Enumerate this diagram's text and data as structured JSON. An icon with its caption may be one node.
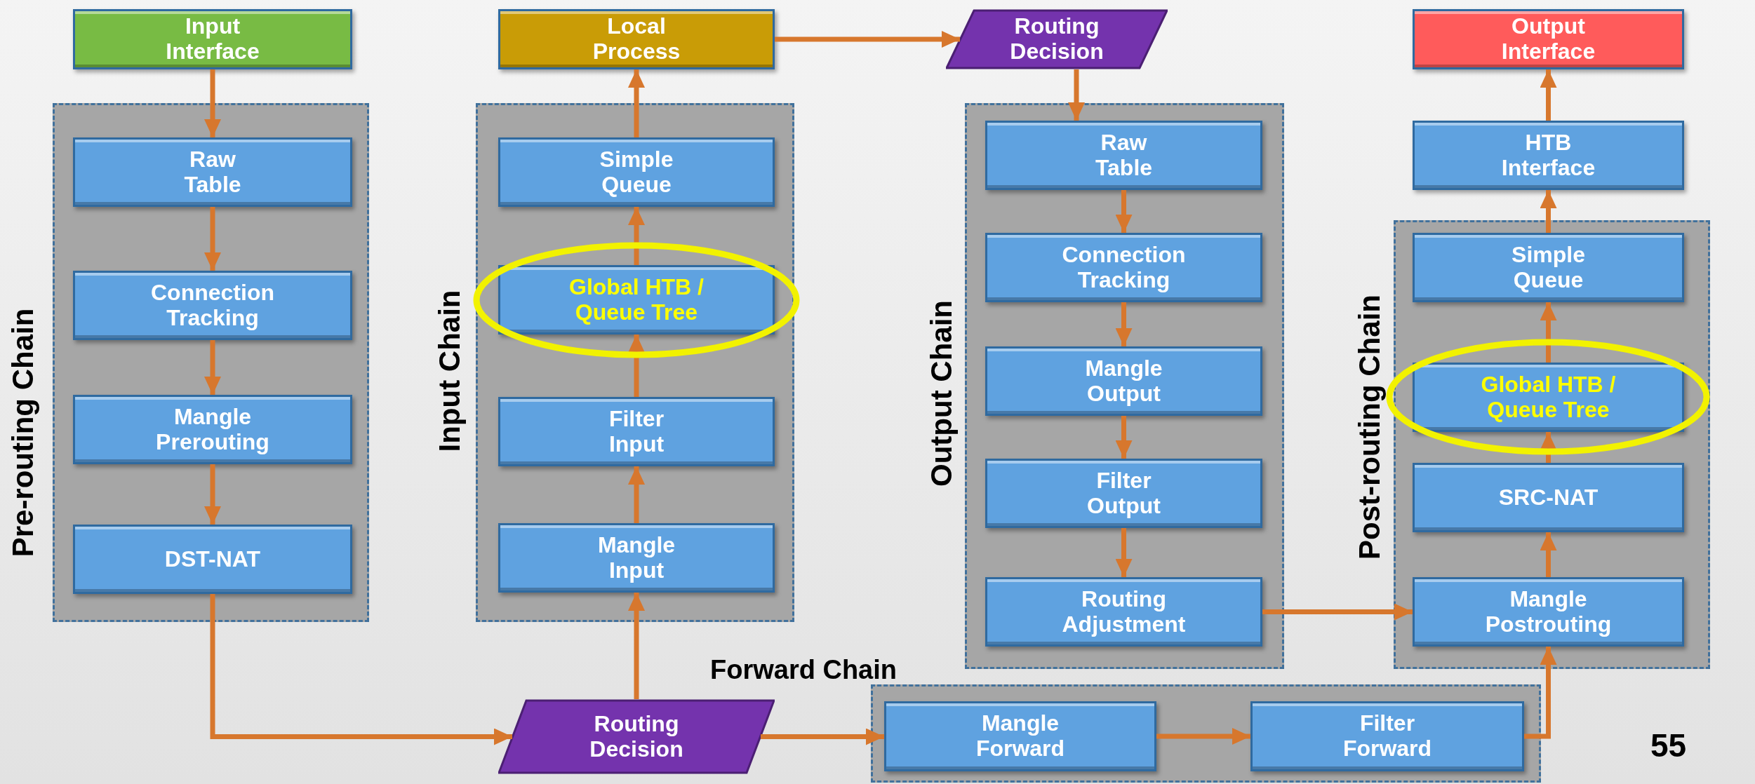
{
  "diagram": {
    "nodes": [
      {
        "text": [
          "Input Interface"
        ]
      },
      {
        "text": [
          "Pre-routing Chain"
        ]
      },
      {
        "text": [
          "Raw Table"
        ],
        "in": 1
      },
      {
        "text": [
          "Connection Tracking"
        ],
        "in": 1
      },
      {
        "text": [
          "Mangle Prerouting"
        ],
        "in": 1
      },
      {
        "text": [
          "DST-NAT"
        ],
        "in": 1
      },
      {
        "text": [
          "Local Process"
        ]
      },
      {
        "text": [
          "Input Chain"
        ]
      },
      {
        "text": [
          "Simple Queue"
        ],
        "in": 7
      },
      {
        "text": [
          "Global HTB / Queue Tree"
        ],
        "in": 7
      },
      {
        "text": [
          "Filter Input"
        ],
        "in": 7
      },
      {
        "text": [
          "Mangle Input"
        ],
        "in": 7
      },
      {
        "text": [
          "Routing Decision"
        ]
      },
      {
        "text": [
          "Output Chain"
        ]
      },
      {
        "text": [
          "Raw Table"
        ],
        "in": 13
      },
      {
        "text": [
          "Connection Tracking"
        ],
        "in": 13
      },
      {
        "text": [
          "Mangle Output"
        ],
        "in": 13
      },
      {
        "text": [
          "Filter Output"
        ],
        "in": 13
      },
      {
        "text": [
          "Routing Adjustment"
        ],
        "in": 13
      },
      {
        "text": [
          "Output Interface"
        ]
      },
      {
        "text": [
          "HTB Interface"
        ]
      },
      {
        "text": [
          "Post-routing Chain"
        ]
      },
      {
        "text": [
          "Simple Queue"
        ],
        "in": 21
      },
      {
        "text": [
          "Global HTB / Queue Tree"
        ],
        "in": 21
      },
      {
        "text": [
          "SRC-NAT"
        ],
        "in": 21
      },
      {
        "text": [
          "Mangle Postrouting"
        ],
        "in": 21
      },
      {
        "text": [
          "Routing Decision"
        ]
      },
      {
        "text": [
          "Forward Chain"
        ]
      },
      {
        "text": [
          "Mangle Forward"
        ],
        "in": 27
      },
      {
        "text": [
          "Filter Forward"
        ],
        "in": 27
      }
    ],
    "edges": [
      {
        "from": 0,
        "to": 2,
        "arrow": "to"
      },
      {
        "from": 2,
        "to": 3,
        "arrow": "to"
      },
      {
        "from": 3,
        "to": 4,
        "arrow": "to"
      },
      {
        "from": 4,
        "to": 5,
        "arrow": "to"
      },
      {
        "from": 5,
        "to": 26,
        "arrow": "to"
      },
      {
        "from": 26,
        "to": 11,
        "arrow": "to"
      },
      {
        "from": 11,
        "to": 10,
        "arrow": "to"
      },
      {
        "from": 10,
        "to": 9,
        "arrow": "to"
      },
      {
        "from": 9,
        "to": 8,
        "arrow": "to"
      },
      {
        "from": 8,
        "to": 6,
        "arrow": "to"
      },
      {
        "from": 6,
        "to": 12,
        "arrow": "to"
      },
      {
        "from": 12,
        "to": 14,
        "arrow": "to"
      },
      {
        "from": 14,
        "to": 15,
        "arrow": "to"
      },
      {
        "from": 15,
        "to": 16,
        "arrow": "to"
      },
      {
        "from": 16,
        "to": 17,
        "arrow": "to"
      },
      {
        "from": 17,
        "to": 18,
        "arrow": "to"
      },
      {
        "from": 18,
        "to": 25,
        "arrow": "to"
      },
      {
        "from": 26,
        "to": 28,
        "arrow": "to"
      },
      {
        "from": 28,
        "to": 29,
        "arrow": "to"
      },
      {
        "from": 29,
        "to": 25,
        "arrow": "to"
      },
      {
        "from": 25,
        "to": 24,
        "arrow": "to"
      },
      {
        "from": 24,
        "to": 23,
        "arrow": "to"
      },
      {
        "from": 23,
        "to": 22,
        "arrow": "to"
      },
      {
        "from": 22,
        "to": 20,
        "arrow": "to"
      },
      {
        "from": 20,
        "to": 19,
        "arrow": "to"
      }
    ],
    "labels": [
      "55"
    ]
  }
}
